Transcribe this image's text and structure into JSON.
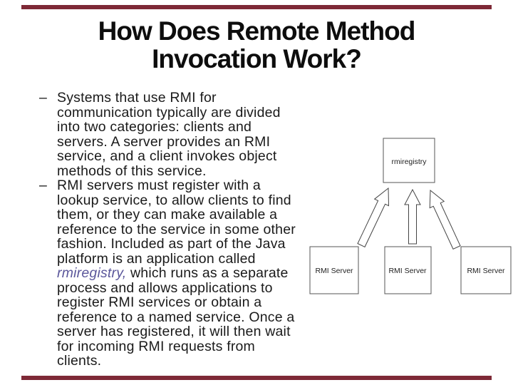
{
  "slide": {
    "title_line1": "How Does Remote Method",
    "title_line2": "Invocation Work?",
    "bullet_char": "–",
    "accent_bar_color": "#7E2936",
    "highlight_color": "#5B579B",
    "bullets": [
      {
        "text": "Systems that use RMI for\ncommunication typically are divided\ninto two categories: clients and\nservers. A server provides an RMI\nservice, and a client invokes object\nmethods of this service."
      },
      {
        "pre": "RMI servers must register with a\nlookup service, to allow clients to find\nthem, or they can make available a\nreference to the service in some other\nfashion. Included as part of the Java\nplatform is an application called\n",
        "highlight": "rmiregistry,",
        "post": " which runs as a separate\nprocess and allows applications to\nregister RMI services or obtain a\nreference to a named service. Once a\nserver has registered, it will then wait\nfor incoming RMI requests from\nclients."
      }
    ]
  },
  "diagram": {
    "registry_label": "rmiregistry",
    "server_label": "RMI Server"
  }
}
